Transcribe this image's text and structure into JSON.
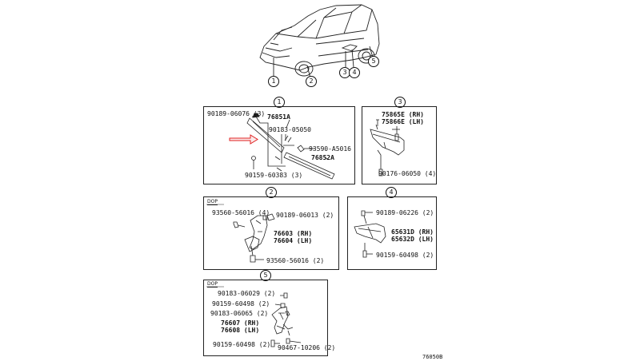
{
  "car_callouts": [
    "1",
    "2",
    "3",
    "4",
    "5"
  ],
  "panels": {
    "p1": {
      "number": "1",
      "labels": [
        "90189-06076 (3)",
        "76851A",
        "90183-05050",
        "93590-A5016",
        "76852A",
        "90159-60383 (3)"
      ]
    },
    "p3": {
      "number": "3",
      "labels": [
        "75865E (RH)",
        "75866E (LH)",
        "90176-06050 (4)"
      ]
    },
    "p2": {
      "number": "2",
      "tag": "DOP",
      "labels": [
        "93560-56016 (4)",
        "90189-06013 (2)",
        "76603 (RH)",
        "76604 (LH)",
        "93560-56016 (2)"
      ]
    },
    "p4": {
      "number": "4",
      "labels": [
        "90189-06226 (2)",
        "65631D (RH)",
        "65632D (LH)",
        "90159-60498 (2)"
      ]
    },
    "p5": {
      "number": "5",
      "tag": "DOP",
      "labels": [
        "90183-06029 (2)",
        "90159-60498 (2)",
        "90183-06065 (2)",
        "76607 (RH)",
        "76608 (LH)",
        "90159-60498 (2)",
        "90467-10206 (2)"
      ]
    }
  },
  "diagram_code": "76050B",
  "colors": {
    "arrow": "#e02020",
    "line": "#222222"
  }
}
